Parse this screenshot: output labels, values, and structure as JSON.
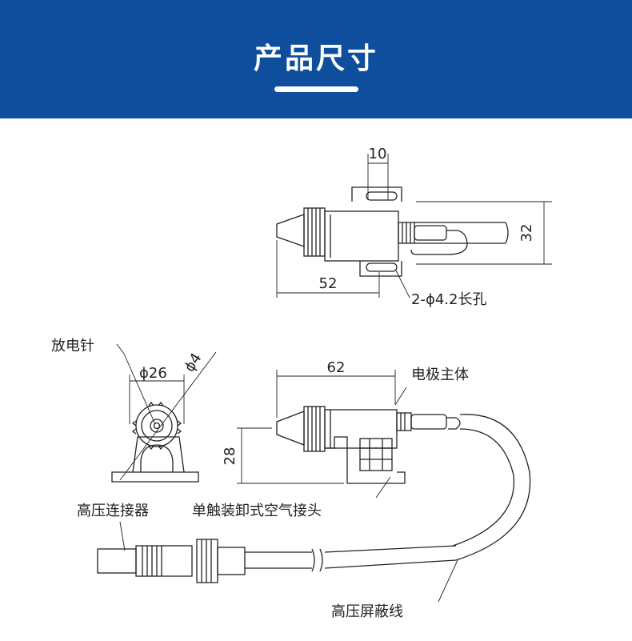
{
  "header": {
    "title": "产品尺寸",
    "background_color": "#0f4e9c",
    "title_color": "#ffffff"
  },
  "diagram": {
    "line_color": "#222222",
    "top_view": {
      "dim_width": "10",
      "dim_height": "32",
      "dim_length": "52",
      "hole_label": "2-ϕ4.2长孔"
    },
    "side_view": {
      "dim_length": "62",
      "dim_height": "28",
      "label_body": "电极主体",
      "label_connector": "单触装卸式空气接头"
    },
    "front_view": {
      "label_needle": "放电针",
      "dim_outer": "ϕ26",
      "dim_inner": "ϕ4"
    },
    "cable": {
      "label_hv_connector": "高压连接器",
      "label_hv_cable": "高压屏蔽线"
    }
  }
}
